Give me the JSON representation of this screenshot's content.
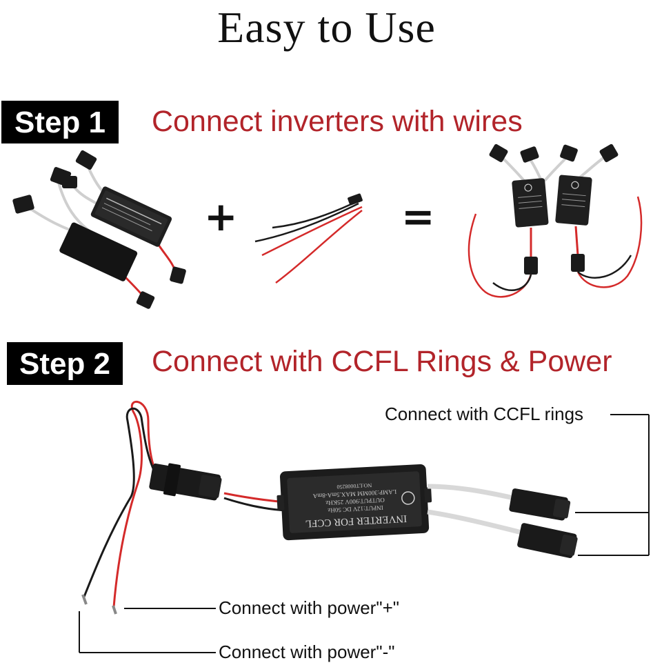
{
  "title": "Easy to Use",
  "step1": {
    "badge": "Step 1",
    "heading": "Connect inverters with wires",
    "plus": "+",
    "equals": "="
  },
  "step2": {
    "badge": "Step 2",
    "heading": "Connect with CCFL Rings & Power"
  },
  "inverter_label": {
    "line1": "INVERTER FOR CCFL",
    "line2": "INPUT:12V DC 50Hz",
    "line3": "OUTPUT:900V 25KHz",
    "line4": "LAMP:300MM MAX.5mA-8mA",
    "line5": "NO:LT0008250"
  },
  "callouts": {
    "ccfl": "Connect with CCFL rings",
    "power_plus": "Connect with power\"+\"",
    "power_minus": "Connect with power\"-\""
  },
  "colors": {
    "heading_red": "#b2242a",
    "badge_bg": "#000000",
    "wire_red": "#d42a2a",
    "wire_black": "#1a1a1a"
  }
}
